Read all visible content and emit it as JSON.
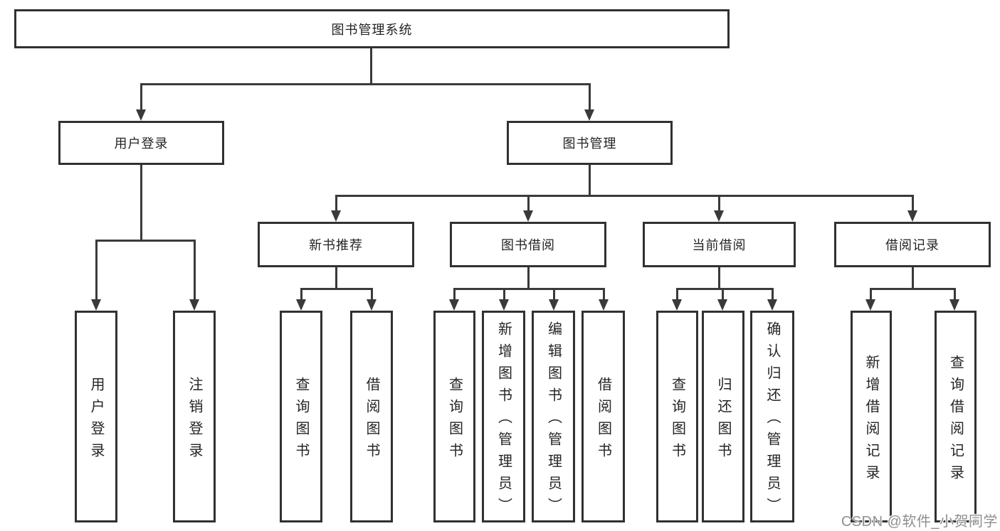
{
  "diagram": {
    "root": {
      "label": "图书管理系统"
    },
    "branches": [
      {
        "label": "用户登录",
        "children": [
          "用户登录",
          "注销登录"
        ]
      },
      {
        "label": "图书管理",
        "children": [
          {
            "label": "新书推荐",
            "children": [
              "查询图书",
              "借阅图书"
            ]
          },
          {
            "label": "图书借阅",
            "children": [
              "查询图书",
              "新增图书（管理员）",
              "编辑图书（管理员）",
              "借阅图书"
            ]
          },
          {
            "label": "当前借阅",
            "children": [
              "查询图书",
              "归还图书",
              "确认归还（管理员）"
            ]
          },
          {
            "label": "借阅记录",
            "children": [
              "新增借阅记录",
              "查询借阅记录"
            ]
          }
        ]
      }
    ]
  },
  "watermark": {
    "text": "CSDN @软件_小贺同学"
  },
  "colors": {
    "background": "#ffffff",
    "line": "#3a3a3a",
    "box_border": "#313131",
    "text": "#242424",
    "watermark": "#8f8f8f"
  }
}
